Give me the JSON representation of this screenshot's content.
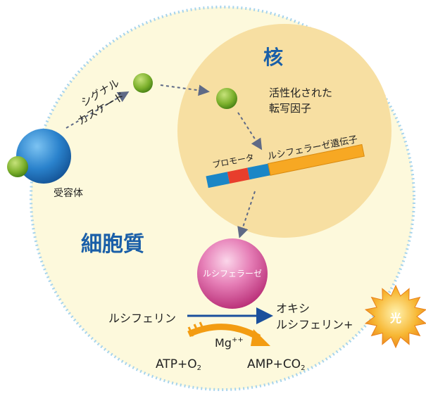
{
  "nucleus": {
    "title": "核",
    "tf_label_line1": "活性化された",
    "tf_label_line2": "転写因子"
  },
  "cytoplasm": {
    "title": "細胞質"
  },
  "receptor": {
    "label": "受容体"
  },
  "cascade": {
    "line1": "シグナル",
    "line2": "カスケード"
  },
  "gene": {
    "promoter_label": "プロモータ",
    "gene_label": "ルシフェラーゼ遺伝子"
  },
  "enzyme": {
    "label": "ルシフェラーゼ"
  },
  "reaction": {
    "substrate": "ルシフェリン",
    "product_line1": "オキシ",
    "product_line2": "ルシフェリン+",
    "cofactor": "Mg",
    "cofactor_charge": "++",
    "atp": "ATP",
    "plus": "+",
    "o": "O",
    "o_sub": "2",
    "amp": "AMP",
    "co": "CO",
    "co_sub": "2"
  },
  "light": {
    "label": "光"
  },
  "colors": {
    "cell_fill": "#fdf9dc",
    "cell_border": "#a7d4ec",
    "nucleus_fill": "#f7dfa2",
    "title_blue": "#1a5fa8",
    "gene_orange": "#f7a823",
    "promoter_red": "#e83e2c",
    "promoter_blue": "#1b86c6",
    "enzyme_pink": "#d9438f",
    "reaction_arrow": "#1a4f9c",
    "sun_orange": "#f39c12"
  }
}
